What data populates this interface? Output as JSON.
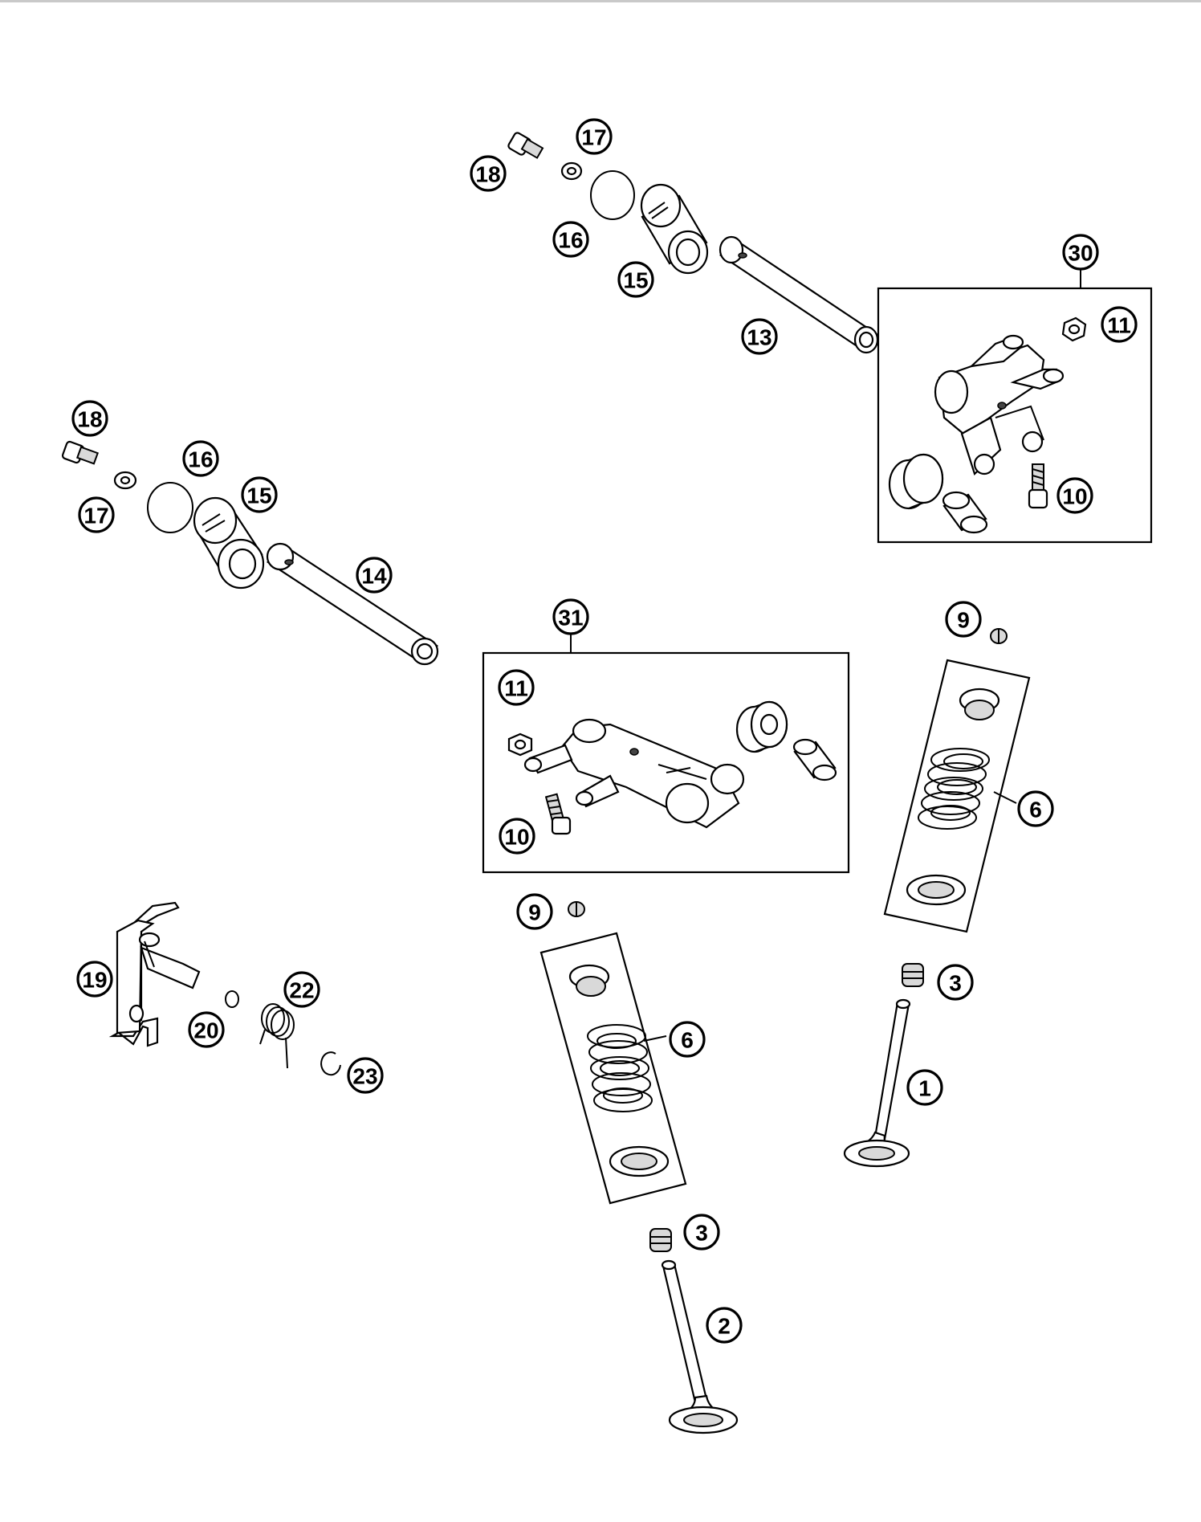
{
  "diagram": {
    "callouts": {
      "c30": "30",
      "c31": "31",
      "c18a": "18",
      "c17a": "17",
      "c16a": "16",
      "c15a": "15",
      "c13": "13",
      "c11a": "11",
      "c10a": "10",
      "c18b": "18",
      "c16b": "16",
      "c17b": "17",
      "c15b": "15",
      "c14": "14",
      "c11b": "11",
      "c10b": "10",
      "c9a": "9",
      "c6a": "6",
      "c3a": "3",
      "c1": "1",
      "c9b": "9",
      "c6b": "6",
      "c3b": "3",
      "c2": "2",
      "c19": "19",
      "c20": "20",
      "c22": "22",
      "c23": "23"
    }
  }
}
